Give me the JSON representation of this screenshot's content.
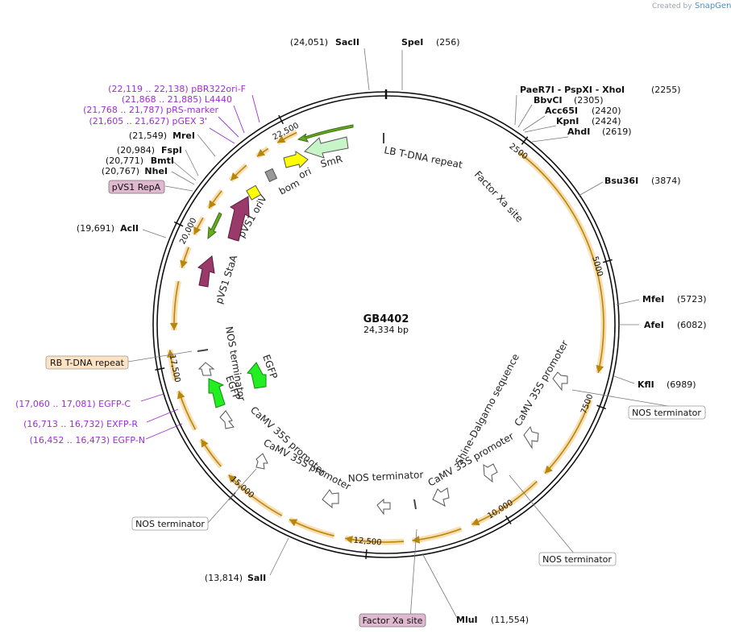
{
  "credit": {
    "prefix": "Created by",
    "brand": "SnapGene"
  },
  "plasmid": {
    "name": "GB4402",
    "size_label": "24,334 bp",
    "total_bp": 24334
  },
  "ticks": [
    {
      "bp": 2500,
      "label": "2500"
    },
    {
      "bp": 5000,
      "label": "5000"
    },
    {
      "bp": 7500,
      "label": "7500"
    },
    {
      "bp": 10000,
      "label": "10,000"
    },
    {
      "bp": 12500,
      "label": "12,500"
    },
    {
      "bp": 15000,
      "label": "15,000"
    },
    {
      "bp": 17500,
      "label": "17,500"
    },
    {
      "bp": 20000,
      "label": "20,000"
    },
    {
      "bp": 22500,
      "label": "22,500"
    }
  ],
  "sites": [
    {
      "id": "spei",
      "name": "SpeI",
      "pos": "(256)",
      "bp": 256,
      "side": "right"
    },
    {
      "id": "sacii",
      "name": "SacII",
      "pos": "(24,051)",
      "bp": 24051,
      "side": "left"
    },
    {
      "id": "paer7i",
      "name": "PaeR7I - PspXI - XhoI",
      "pos": "(2255)",
      "bp": 2255,
      "side": "right"
    },
    {
      "id": "bbvci",
      "name": "BbvCI",
      "pos": "(2305)",
      "bp": 2305,
      "side": "right"
    },
    {
      "id": "acc65i",
      "name": "Acc65I",
      "pos": "(2420)",
      "bp": 2420,
      "side": "right"
    },
    {
      "id": "kpni",
      "name": "KpnI",
      "pos": "(2424)",
      "bp": 2424,
      "side": "right"
    },
    {
      "id": "ahdi",
      "name": "AhdI",
      "pos": "(2619)",
      "bp": 2619,
      "side": "right"
    },
    {
      "id": "bsu36i",
      "name": "Bsu36I",
      "pos": "(3874)",
      "bp": 3874,
      "side": "right"
    },
    {
      "id": "mfei",
      "name": "MfeI",
      "pos": "(5723)",
      "bp": 5723,
      "side": "right"
    },
    {
      "id": "afei",
      "name": "AfeI",
      "pos": "(6082)",
      "bp": 6082,
      "side": "right"
    },
    {
      "id": "kfli",
      "name": "KflI",
      "pos": "(6989)",
      "bp": 6989,
      "side": "right"
    },
    {
      "id": "mlui",
      "name": "MluI",
      "pos": "(11,554)",
      "bp": 11554,
      "side": "right"
    },
    {
      "id": "sali",
      "name": "SalI",
      "pos": "(13,814)",
      "bp": 13814,
      "side": "left"
    },
    {
      "id": "acli",
      "name": "AclI",
      "pos": "(19,691)",
      "bp": 19691,
      "side": "left"
    },
    {
      "id": "nhei",
      "name": "NheI",
      "pos": "(20,767)",
      "bp": 20767,
      "side": "left"
    },
    {
      "id": "bmti",
      "name": "BmtI",
      "pos": "(20,771)",
      "bp": 20771,
      "side": "left"
    },
    {
      "id": "fspi",
      "name": "FspI",
      "pos": "(20,984)",
      "bp": 20984,
      "side": "left"
    },
    {
      "id": "mrei",
      "name": "MreI",
      "pos": "(21,549)",
      "bp": 21549,
      "side": "left"
    }
  ],
  "primers": [
    {
      "id": "pbr322ori-f",
      "label": "(22,119 .. 22,138)  pBR322ori-F"
    },
    {
      "id": "l4440",
      "label": "(21,868 .. 21,885)  L4440"
    },
    {
      "id": "prs-marker",
      "label": "(21,768 .. 21,787)  pRS-marker"
    },
    {
      "id": "pgex3",
      "label": "(21,605 .. 21,627)  pGEX 3'"
    },
    {
      "id": "egfp-c",
      "label": "(17,060 .. 17,081)  EGFP-C"
    },
    {
      "id": "exfp-r",
      "label": "(16,713 .. 16,732)  EXFP-R"
    },
    {
      "id": "egfp-n",
      "label": "(16,452 .. 16,473)  EGFP-N"
    }
  ],
  "boxed": [
    {
      "id": "pvs1-repa",
      "label": "pVS1 RepA",
      "fill": "#e0b8cf"
    },
    {
      "id": "rb-tdna",
      "label": "RB T-DNA repeat",
      "fill": "#fde3c3"
    },
    {
      "id": "nos-right",
      "label": "NOS terminator",
      "fill": "#ffffff"
    },
    {
      "id": "nos-bottom-right",
      "label": "NOS terminator",
      "fill": "#ffffff"
    },
    {
      "id": "nos-bottom-left",
      "label": "NOS terminator",
      "fill": "#ffffff"
    },
    {
      "id": "factor-xa-bottom",
      "label": "Factor Xa site",
      "fill": "#e0b8cf"
    }
  ],
  "features": [
    {
      "id": "lb-tdna",
      "label": "LB T-DNA repeat"
    },
    {
      "id": "factor-xa-top",
      "label": "Factor Xa site"
    },
    {
      "id": "smr",
      "label": "SmR"
    },
    {
      "id": "ori",
      "label": "ori"
    },
    {
      "id": "bom",
      "label": "bom"
    },
    {
      "id": "pvs1-oriv",
      "label": "pVS1 oriV"
    },
    {
      "id": "pvs1-staa",
      "label": "pVS1 StaA"
    },
    {
      "id": "nos-inner-left",
      "label": "NOS terminator"
    },
    {
      "id": "egfp-1",
      "label": "EGFP"
    },
    {
      "id": "egfp-2",
      "label": "EGFP"
    },
    {
      "id": "camv-1",
      "label": "CaMV 35S promoter"
    },
    {
      "id": "camv-2",
      "label": "CaMV 35S promoter"
    },
    {
      "id": "nos-inner-bottom",
      "label": "NOS terminator"
    },
    {
      "id": "camv-3",
      "label": "CaMV 35S promoter"
    },
    {
      "id": "shine-dalgarno",
      "label": "Shine-Dalgarno sequence"
    },
    {
      "id": "camv-4",
      "label": "CaMV 35S promoter"
    }
  ],
  "colors": {
    "backbone": "#111111",
    "orf_fill": "#f8deb0",
    "orf_line": "#b8860b",
    "smr": "#c8f5c8",
    "ori": "#ffff00",
    "bom": "#999999",
    "pvs1": "#9a3a6a",
    "egfp": "#22ee22",
    "small_green": "#559922",
    "site_label": "#111111",
    "primer_label": "#9b30d0"
  }
}
